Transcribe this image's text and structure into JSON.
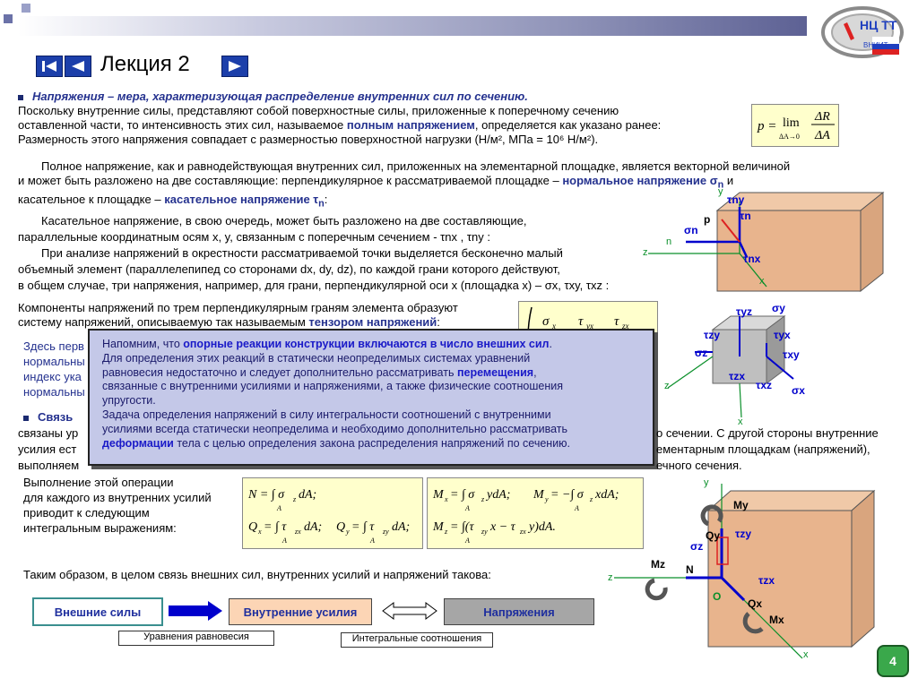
{
  "header": {
    "title": "Лекция 2",
    "logo_text": "НЦ ТТ",
    "logo_subtext": "ВНИИТ",
    "nav": {
      "first": "first-slide",
      "prev": "previous-slide",
      "next": "next-slide"
    }
  },
  "para1": {
    "lead": "Напряжения – мера, характеризующая распределение внутренних сил по сечению.",
    "line1": "Поскольку внутренние силы, представляют собой поверхностные силы, приложенные к поперечному сечению",
    "line2a": "оставленной части, то интенсивность этих сил, называемое ",
    "line2b": "полным напряжением",
    "line2c": ", определяется как указано ранее:",
    "line3": "Размерность этого напряжения совпадает с размерностью поверхностной нагрузки (Н/м², МПа = 10⁶ Н/м²).",
    "formula": "p = lim ΔR/ΔA"
  },
  "para2": {
    "line1": "Полное напряжение, как и равнодействующая внутренних сил, приложенных на элементарной площадке, является векторной величиной",
    "line2a": "и может быть разложено на две составляющие: перпендикулярное к рассматриваемой площадке – ",
    "line2b": "нормальное напряжение σ",
    "line2c": " и",
    "line3a": "касательное к площадке – ",
    "line3b": "касательное  напряжение τ",
    "line3c": ":"
  },
  "para3": {
    "line1": "Касательное напряжение, в свою очередь, может быть разложено на две составляющие,",
    "line2": "параллельные координатным осям x, y, связанным с поперечным сечением - τnx , τny :",
    "line3": "При анализе напряжений в окрестности рассматриваемой точки выделяется бесконечно малый",
    "line4": "объемный элемент (параллелепипед со сторонами dx, dy, dz), по каждой грани которого действуют,",
    "line5": "в общем случае, три напряжения, например, для грани, перпендикулярной оси x (площадка x) – σx, τxy, τxz :"
  },
  "para4": {
    "line1": "Компоненты напряжений по трем перпендикулярным граням элемента образуют",
    "line2a": "систему напряжений, описываемую так называемым ",
    "line2b": "тензором напряжений",
    "line2c": ":",
    "hidden1": "Здесь перв",
    "hidden2": "нормальны",
    "hidden3": "индекс ука",
    "hidden4": "нормальны"
  },
  "popup": {
    "l1a": "Напомним, что ",
    "l1b": "опорные реакции конструкции включаются в число внешних сил",
    "l1c": ".",
    "l2": "Для определения этих реакций в статически неопределимых системах уравнений",
    "l3a": "равновесия недостаточно и следует дополнительно рассматривать ",
    "l3b": "перемещения",
    "l3c": ",",
    "l4": "связанные с внутренними усилиями и напряжениями, а также физические соотношения",
    "l5": "упругости.",
    "l6": "Задача определения напряжений в силу интегральности соотношений с внутренними",
    "l7": "усилиями всегда статически неопределима и необходимо дополнительно рассматривать",
    "l8a": "деформации",
    "l8b": " тела с целью определения закона распределения напряжений по сечению."
  },
  "para5": {
    "bullet": "Связь",
    "l1": "связаны ур",
    "l1r": "о сечении. С другой стороны внутренние",
    "l2": "усилия ест",
    "l2r": "ементарным площадкам (напряжений),",
    "l3": "выполняем",
    "l3r": "ечного сечения.",
    "m1": "Выполнение этой операции",
    "m2": "для каждого из внутренних усилий",
    "m3": "приводит к следующим",
    "m4": "интегральным выражениям:"
  },
  "summary": "Таким образом, в целом связь внешних сил, внутренних усилий и напряжений такова:",
  "flow": {
    "box1": "Внешние силы",
    "box2": "Внутренние усилия",
    "box3": "Напряжения",
    "label1": "Уравнения равновесия",
    "label2": "Интегральные соотношения",
    "colors": {
      "box1": "#ffffff",
      "box2": "#fcd5b5",
      "box3": "#a6a6a6",
      "arrow": "#0000cc"
    }
  },
  "diagram_labels": {
    "top": {
      "y": "y",
      "tny": "τny",
      "p": "p",
      "tn": "τn",
      "sn": "σn",
      "n": "n",
      "z": "z",
      "tnx": "τnx",
      "x": "x"
    },
    "mid": {
      "syz": "τyz",
      "sy": "σy",
      "tzy": "τzy",
      "tyx": "τyx",
      "sz": "σz",
      "txy": "τxy",
      "tzx": "τzx",
      "txz": "τxz",
      "sx": "σx",
      "z": "z",
      "x": "x"
    },
    "bottom": {
      "y": "y",
      "My": "My",
      "Qy": "Qy",
      "tzy": "τzy",
      "sz": "σz",
      "Mz": "Mz",
      "N": "N",
      "tzx": "τzx",
      "O": "O",
      "Qx": "Qx",
      "Mx": "Mx",
      "z": "z",
      "x": "x"
    }
  },
  "page_number": "4"
}
